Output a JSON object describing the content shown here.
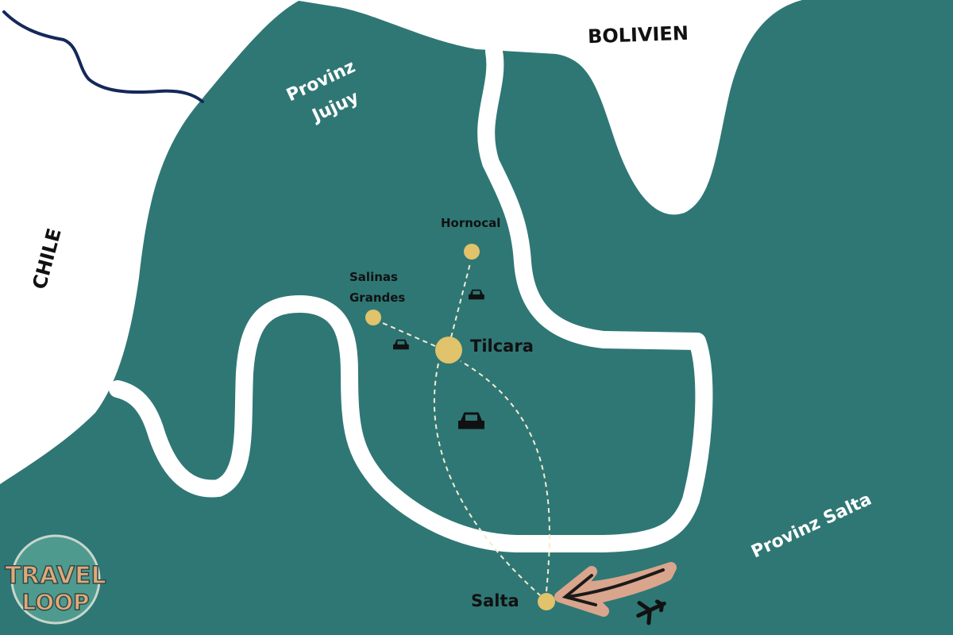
{
  "colors": {
    "land": "#2f7775",
    "outside": "#ffffff",
    "road": "#ffffff",
    "dot": "#e0c36a",
    "river": "#14285a",
    "arrow_bg": "#d9a58c"
  },
  "countries": {
    "chile": "CHILE",
    "bolivia": "BOLIVIEN"
  },
  "provinces": {
    "jujuy_line1": "Provinz",
    "jujuy_line2": "Jujuy",
    "salta": "Provinz Salta"
  },
  "places": {
    "hornocal": "Hornocal",
    "salinas_line1": "Salinas",
    "salinas_line2": "Grandes",
    "tilcara": "Tilcara",
    "salta": "Salta"
  },
  "icons": [
    "car-icon",
    "airplane-icon",
    "arrow-icon"
  ],
  "logo": {
    "text": "TRAVEL LOOP"
  }
}
